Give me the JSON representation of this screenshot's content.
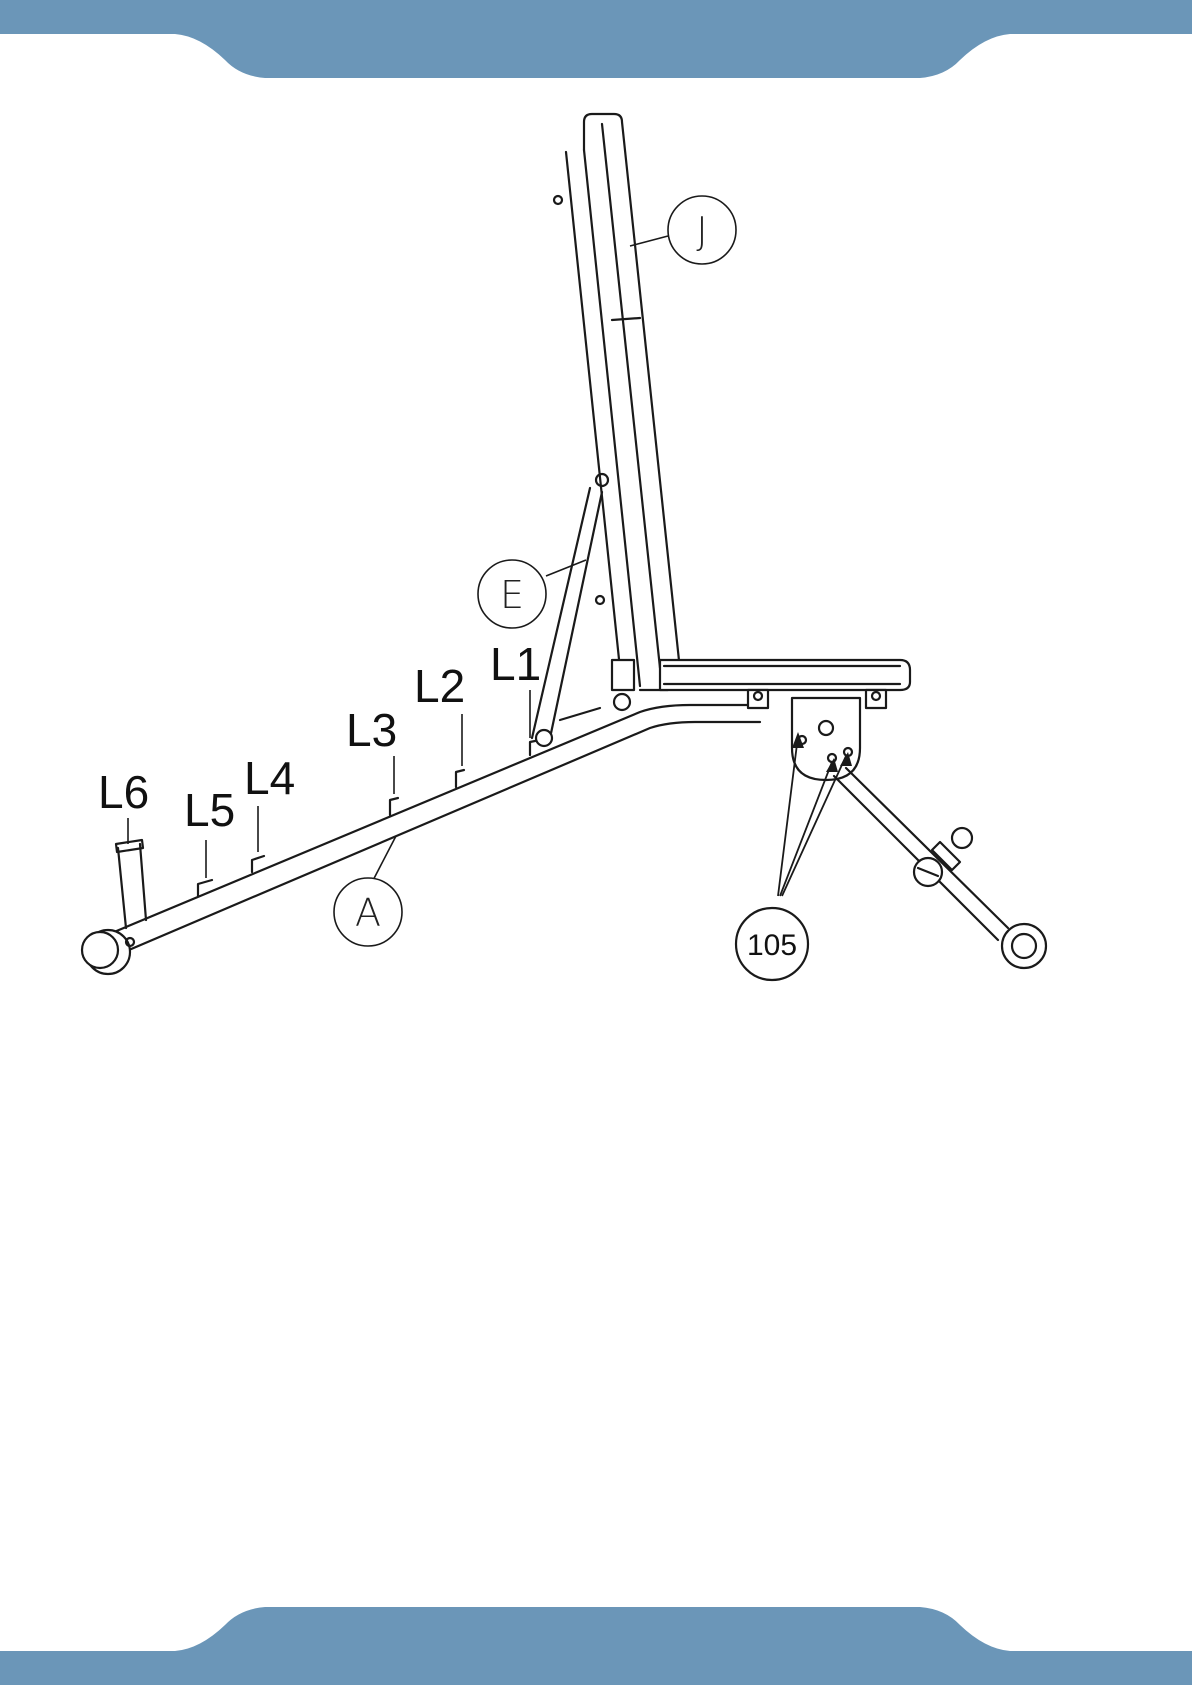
{
  "theme": {
    "band_color": "#6b96b8",
    "line_color": "#1a1a1a"
  },
  "parts": {
    "backrest": "J",
    "support": "E",
    "frame": "A"
  },
  "levels": [
    "L1",
    "L2",
    "L3",
    "L4",
    "L5",
    "L6"
  ],
  "fastener_callout": "105"
}
